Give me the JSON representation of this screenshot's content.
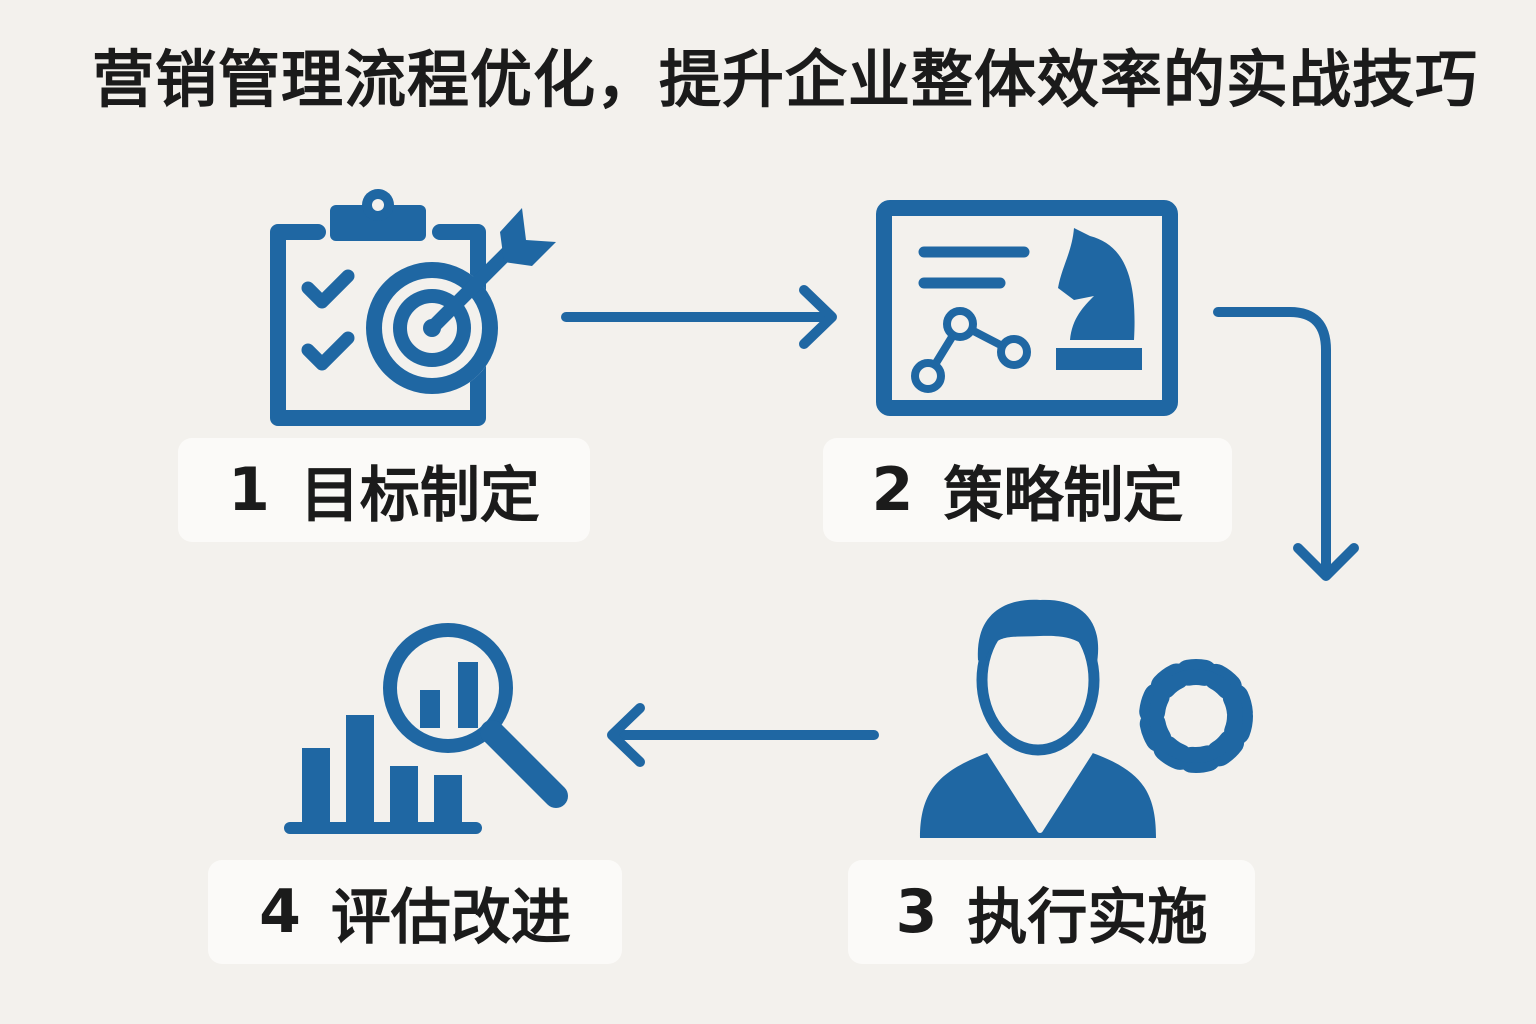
{
  "title": "营销管理流程优化，提升企业整体效率的实战技巧",
  "colors": {
    "accent": "#1f67a3",
    "background": "#f3f1ed",
    "label_bg": "#fbfaf8",
    "text": "#1b1b1b"
  },
  "steps": [
    {
      "number": "1",
      "label": "目标制定",
      "icon": "clipboard-target-icon"
    },
    {
      "number": "2",
      "label": "策略制定",
      "icon": "strategy-board-chess-icon"
    },
    {
      "number": "3",
      "label": "执行实施",
      "icon": "person-gear-icon"
    },
    {
      "number": "4",
      "label": "评估改进",
      "icon": "chart-magnifier-icon"
    }
  ]
}
